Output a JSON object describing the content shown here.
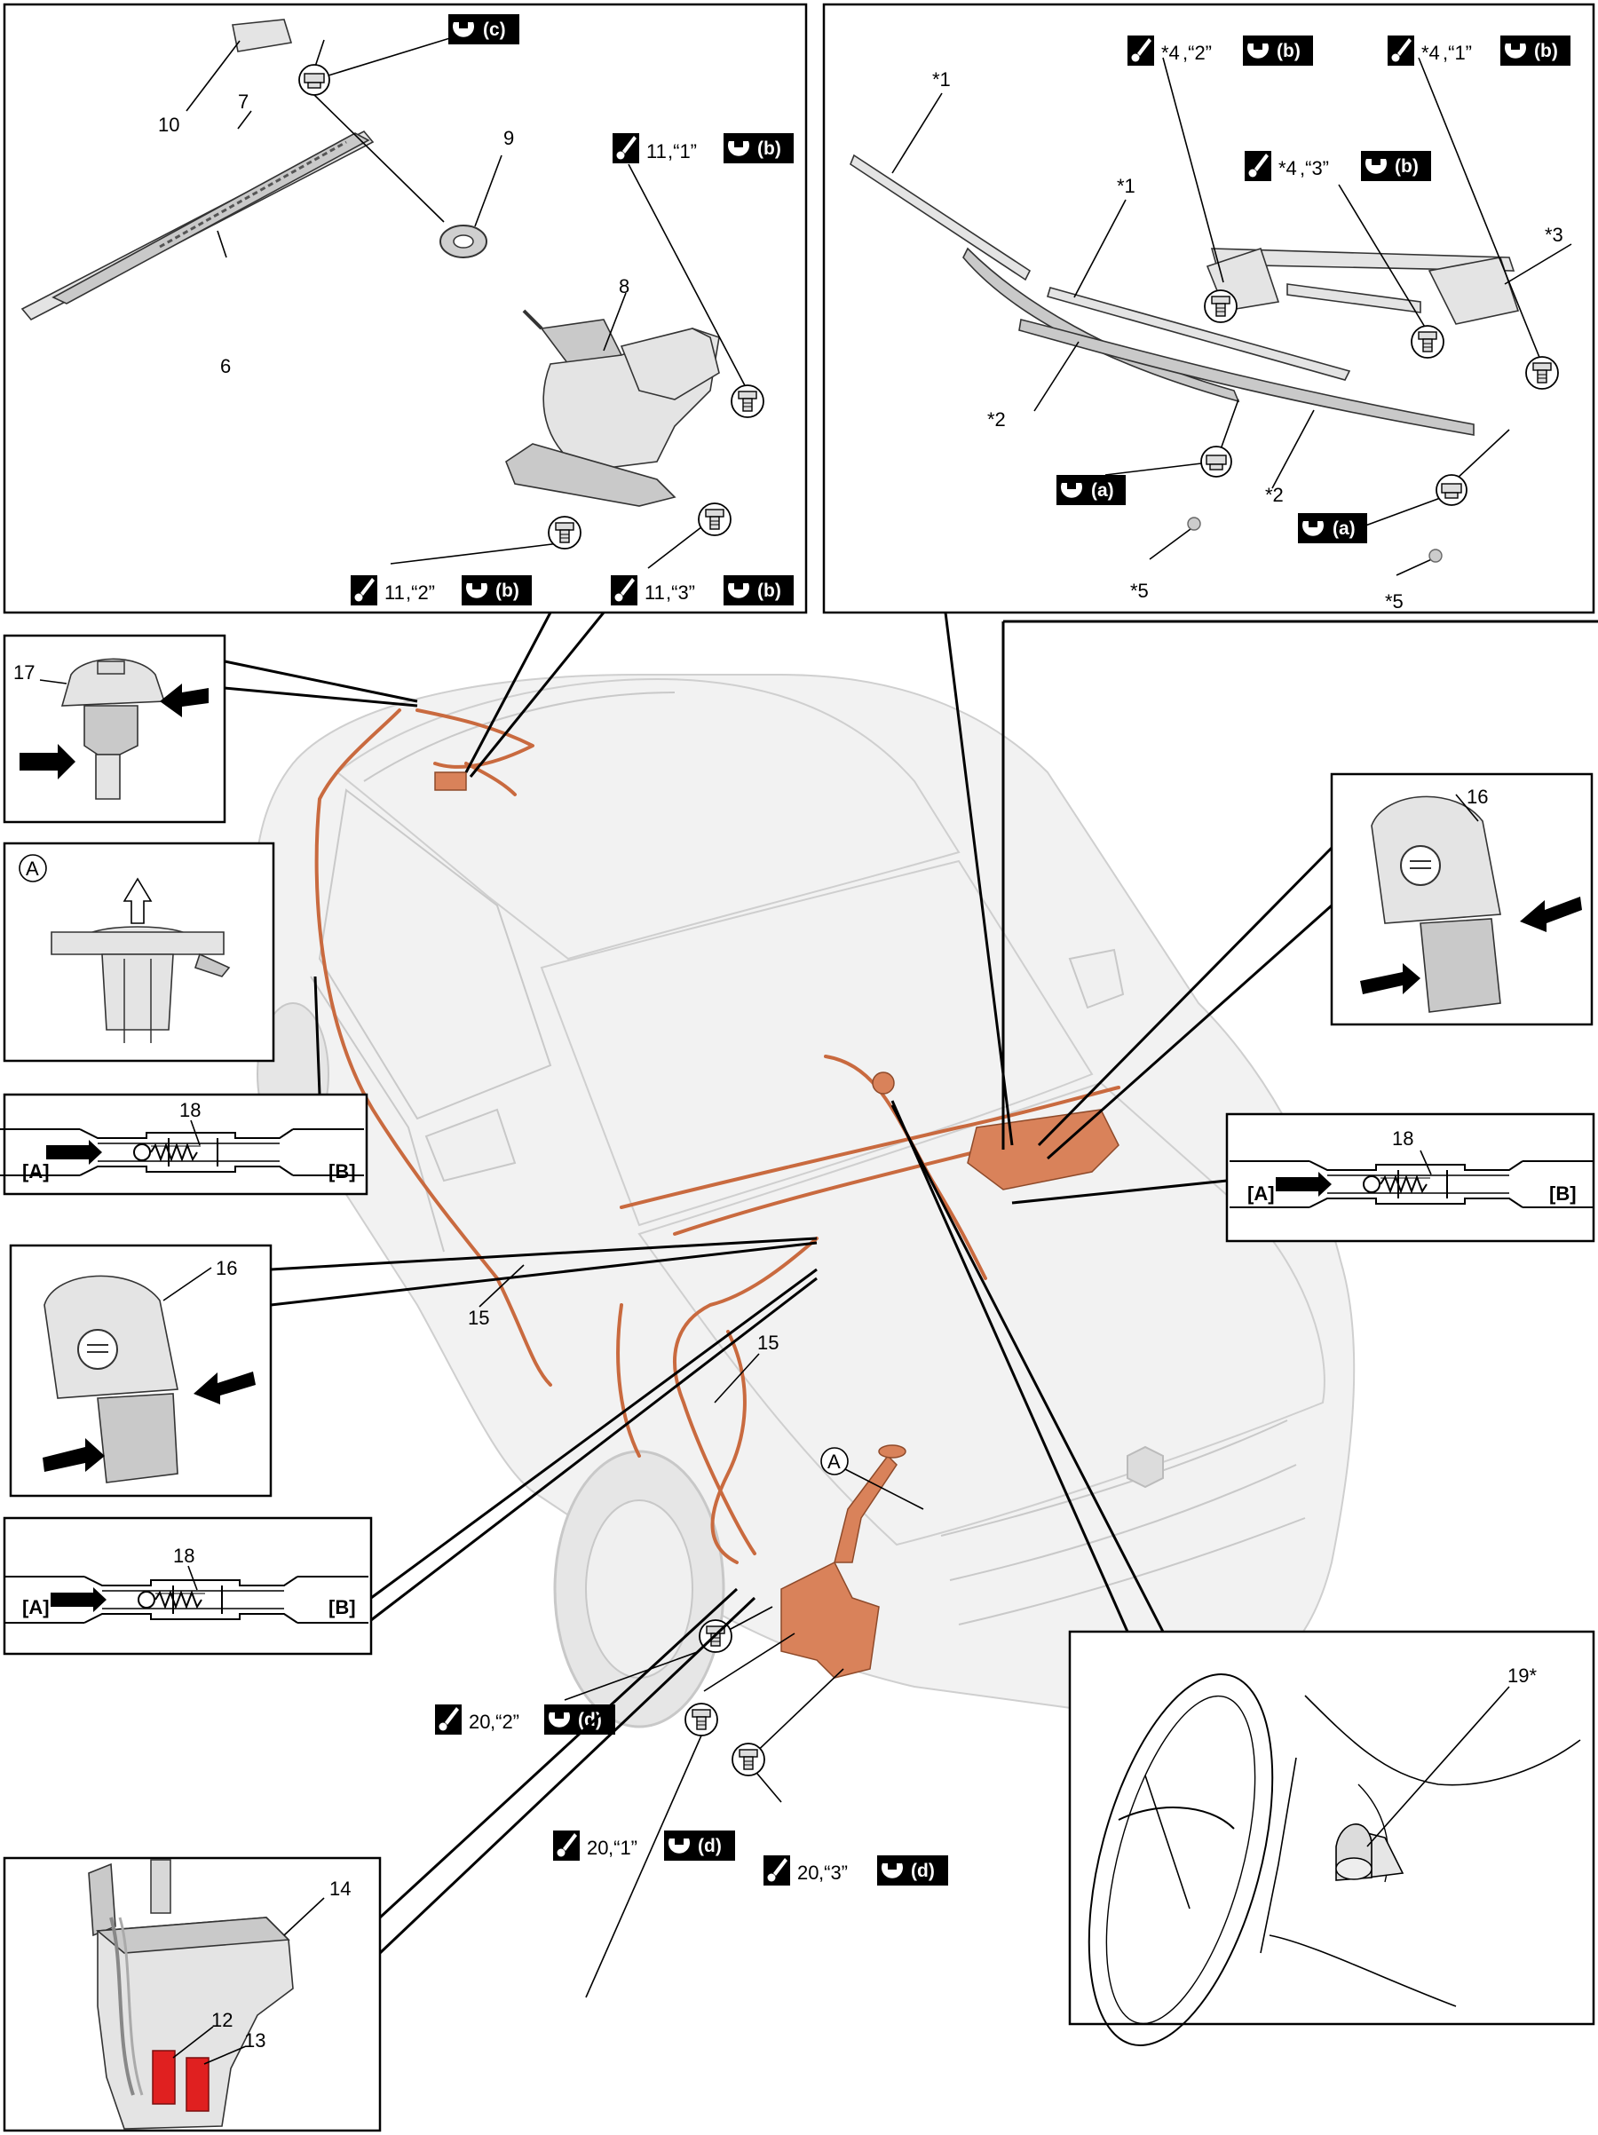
{
  "colors": {
    "harness": "#d9825a",
    "badge": "#000000",
    "panel_border": "#000000",
    "car_body": "#f2f2f2",
    "red_connector": "#e02020"
  },
  "icons": {
    "torque": "wrench-socket-icon",
    "sealant": "grease-brush-icon",
    "press_arrow": "arrow-press-icon",
    "lift_arrow": "lift-up-arrow-icon"
  },
  "rear_wiper_panel": {
    "part_numbers": [
      "10",
      "7",
      "9",
      "8",
      "6"
    ],
    "top_badge": "(c)",
    "callouts": [
      {
        "num": "11",
        "seq": ",“1”",
        "badge": "(b)"
      },
      {
        "num": "11",
        "seq": ",“2”",
        "badge": "(b)"
      },
      {
        "num": "11",
        "seq": ",“3”",
        "badge": "(b)"
      }
    ]
  },
  "front_wiper_panel": {
    "labels": [
      "*1",
      "*1",
      "*3",
      "*2",
      "*2",
      "*5",
      "*5"
    ],
    "callouts": [
      {
        "num": "*4",
        "seq": ",“2”",
        "badge": "(b)"
      },
      {
        "num": "*4",
        "seq": ",“1”",
        "badge": "(b)"
      },
      {
        "num": "*4",
        "seq": ",“3”",
        "badge": "(b)"
      }
    ],
    "nut_badges": [
      "(a)",
      "(a)"
    ]
  },
  "rear_nozzle_panel": {
    "number": "17"
  },
  "clip_panel": {
    "marker": "A"
  },
  "check_valve": {
    "number": "18",
    "left": "[A]",
    "right": "[B]"
  },
  "front_nozzle_panel": {
    "number": "16"
  },
  "hose_labels": [
    "15",
    "15"
  ],
  "tank_marker": "A",
  "tank_callouts": [
    {
      "num": "20",
      "seq": ",“2”",
      "badge": "(d)"
    },
    {
      "num": "20",
      "seq": ",“1”",
      "badge": "(d)"
    },
    {
      "num": "20",
      "seq": ",“3”",
      "badge": "(d)"
    }
  ],
  "tank_panel": {
    "numbers": [
      "14",
      "12",
      "13"
    ]
  },
  "switch_panel": {
    "number": "19*"
  }
}
